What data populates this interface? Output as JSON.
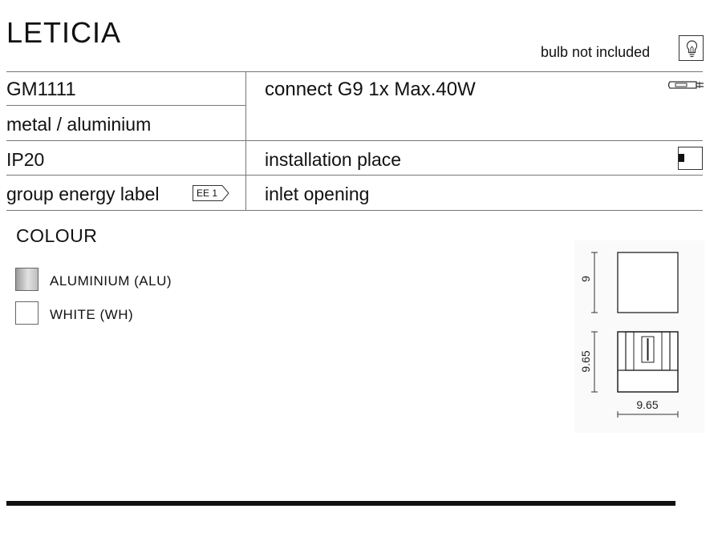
{
  "header": {
    "title": "LETICIA",
    "bulb_note": "bulb not included"
  },
  "specs": {
    "code": "GM1111",
    "material": "metal / aluminium",
    "ip": "IP20",
    "energy_label": "group energy label",
    "energy_badge": "EE 1",
    "connection": "connect G9 1x Max.40W",
    "installation": "installation place",
    "inlet": "inlet opening"
  },
  "colour": {
    "title": "COLOUR",
    "options": [
      {
        "label": "ALUMINIUM (ALU)",
        "color": "#c9c9c9"
      },
      {
        "label": "WHITE (WH)",
        "color": "#ffffff"
      }
    ]
  },
  "dimensions": {
    "top_height": "9",
    "front_height": "9.65",
    "front_width": "9.65"
  }
}
